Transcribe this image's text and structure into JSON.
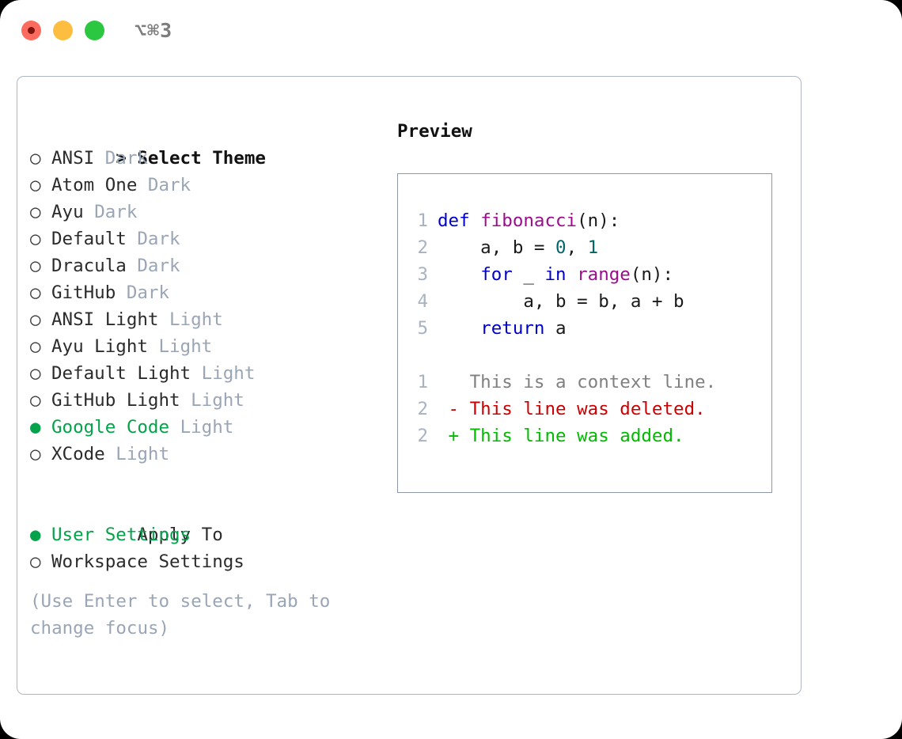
{
  "window": {
    "shortcut_label": "⌥⌘3",
    "traffic_lights": [
      "close",
      "minimize",
      "maximize"
    ]
  },
  "theme_picker": {
    "prompt_marker": ">",
    "title": "Select Theme",
    "radio_off_glyph": "○",
    "radio_on_glyph": "●",
    "selected_color": "#04a24a",
    "tag_color": "#9aa5b5",
    "items": [
      {
        "name": "ANSI",
        "tag": "Dark",
        "selected": false
      },
      {
        "name": "Atom One",
        "tag": "Dark",
        "selected": false
      },
      {
        "name": "Ayu",
        "tag": "Dark",
        "selected": false
      },
      {
        "name": "Default",
        "tag": "Dark",
        "selected": false
      },
      {
        "name": "Dracula",
        "tag": "Dark",
        "selected": false
      },
      {
        "name": "GitHub",
        "tag": "Dark",
        "selected": false
      },
      {
        "name": "ANSI Light",
        "tag": "Light",
        "selected": false
      },
      {
        "name": "Ayu Light",
        "tag": "Light",
        "selected": false
      },
      {
        "name": "Default Light",
        "tag": "Light",
        "selected": false
      },
      {
        "name": "GitHub Light",
        "tag": "Light",
        "selected": false
      },
      {
        "name": "Google Code",
        "tag": "Light",
        "selected": true
      },
      {
        "name": "XCode",
        "tag": "Light",
        "selected": false
      }
    ]
  },
  "apply_to": {
    "title": "Apply To",
    "items": [
      {
        "name": "User Settings",
        "selected": true
      },
      {
        "name": "Workspace Settings",
        "selected": false
      }
    ]
  },
  "hint": "(Use Enter to select, Tab to change focus)",
  "preview": {
    "title": "Preview",
    "code_lines": [
      {
        "num": "1",
        "tokens": [
          {
            "text": "def ",
            "cls": "t-kw"
          },
          {
            "text": "fibonacci",
            "cls": "t-fn"
          },
          {
            "text": "(n):",
            "cls": "t-pl"
          }
        ]
      },
      {
        "num": "2",
        "tokens": [
          {
            "text": "    a, b = ",
            "cls": "t-pl"
          },
          {
            "text": "0",
            "cls": "t-num"
          },
          {
            "text": ", ",
            "cls": "t-pl"
          },
          {
            "text": "1",
            "cls": "t-num"
          }
        ]
      },
      {
        "num": "3",
        "tokens": [
          {
            "text": "    ",
            "cls": "t-pl"
          },
          {
            "text": "for",
            "cls": "t-kw"
          },
          {
            "text": " _ ",
            "cls": "t-pl"
          },
          {
            "text": "in",
            "cls": "t-kw"
          },
          {
            "text": " ",
            "cls": "t-pl"
          },
          {
            "text": "range",
            "cls": "t-fn"
          },
          {
            "text": "(n):",
            "cls": "t-pl"
          }
        ]
      },
      {
        "num": "4",
        "tokens": [
          {
            "text": "        a, b = b, a + b",
            "cls": "t-pl"
          }
        ]
      },
      {
        "num": "5",
        "tokens": [
          {
            "text": "    ",
            "cls": "t-pl"
          },
          {
            "text": "return",
            "cls": "t-kw"
          },
          {
            "text": " a",
            "cls": "t-pl"
          }
        ]
      }
    ],
    "diff_lines": [
      {
        "num": "1",
        "sign": " ",
        "text": " This is a context line.",
        "cls": "t-ctx"
      },
      {
        "num": "2",
        "sign": "-",
        "text": " This line was deleted.",
        "cls": "t-del"
      },
      {
        "num": "2",
        "sign": "+",
        "text": " This line was added.",
        "cls": "t-add"
      }
    ]
  }
}
